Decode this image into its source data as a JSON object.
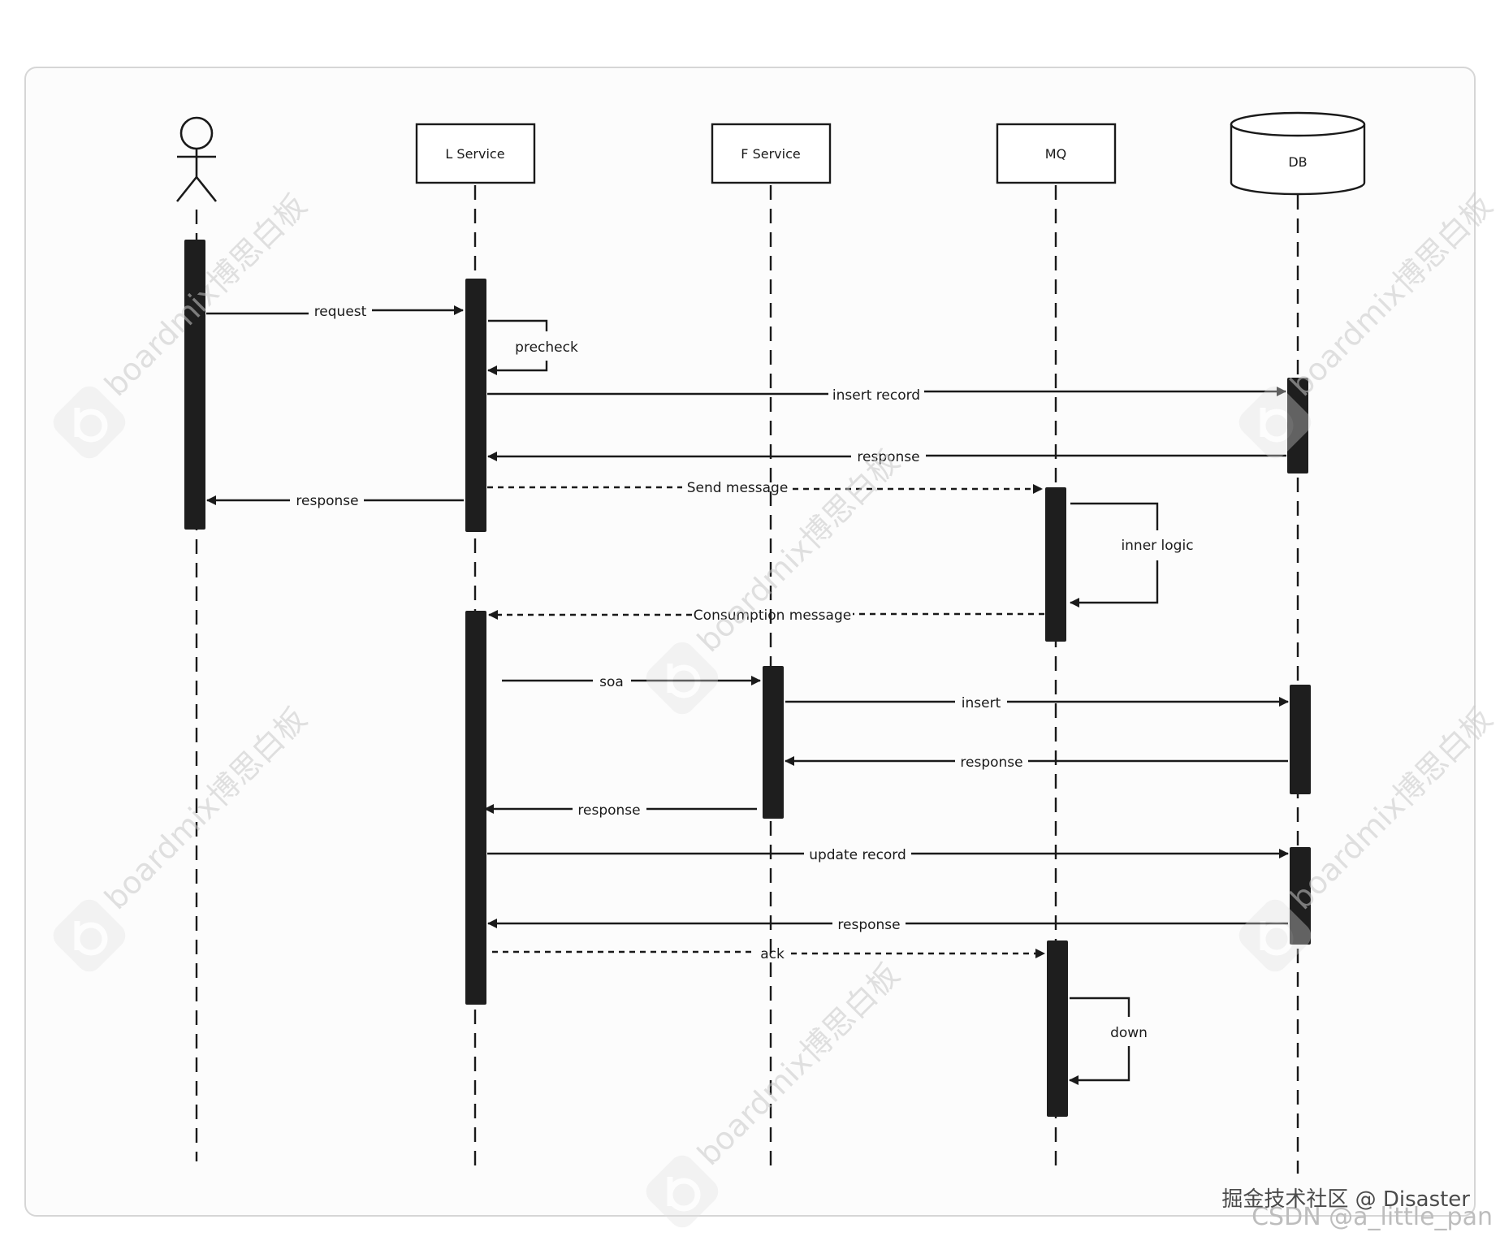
{
  "diagram": {
    "participants": [
      {
        "id": "actor",
        "label": ""
      },
      {
        "id": "lservice",
        "label": "L Service"
      },
      {
        "id": "fservice",
        "label": "F Service"
      },
      {
        "id": "mq",
        "label": "MQ"
      },
      {
        "id": "db",
        "label": "DB"
      }
    ],
    "messages": [
      {
        "id": "request",
        "label": "request"
      },
      {
        "id": "precheck",
        "label": "precheck"
      },
      {
        "id": "insert-record",
        "label": "insert record"
      },
      {
        "id": "response-db-1",
        "label": "response"
      },
      {
        "id": "send-message",
        "label": "Send message"
      },
      {
        "id": "response-actor",
        "label": "response"
      },
      {
        "id": "inner-logic",
        "label": "inner logic"
      },
      {
        "id": "consumption-message",
        "label": "Consumption message"
      },
      {
        "id": "soa",
        "label": "soa"
      },
      {
        "id": "insert",
        "label": "insert"
      },
      {
        "id": "response-db-2",
        "label": "response"
      },
      {
        "id": "response-fservice",
        "label": "response"
      },
      {
        "id": "update-record",
        "label": "update record"
      },
      {
        "id": "response-db-3",
        "label": "response"
      },
      {
        "id": "ack",
        "label": "ack"
      },
      {
        "id": "down",
        "label": "down"
      }
    ]
  },
  "watermark": {
    "text": "boardmix博思白板",
    "icon": "boardmix-logo-icon"
  },
  "footer": {
    "credit": "掘金技术社区 @ Disaster",
    "credit_csdn": "CSDN @a_little_pan"
  },
  "colors": {
    "line": "#1a1a1a",
    "activation": "#1e1e1e",
    "frame_border": "#d6d6d6",
    "background": "#fcfcfc"
  }
}
